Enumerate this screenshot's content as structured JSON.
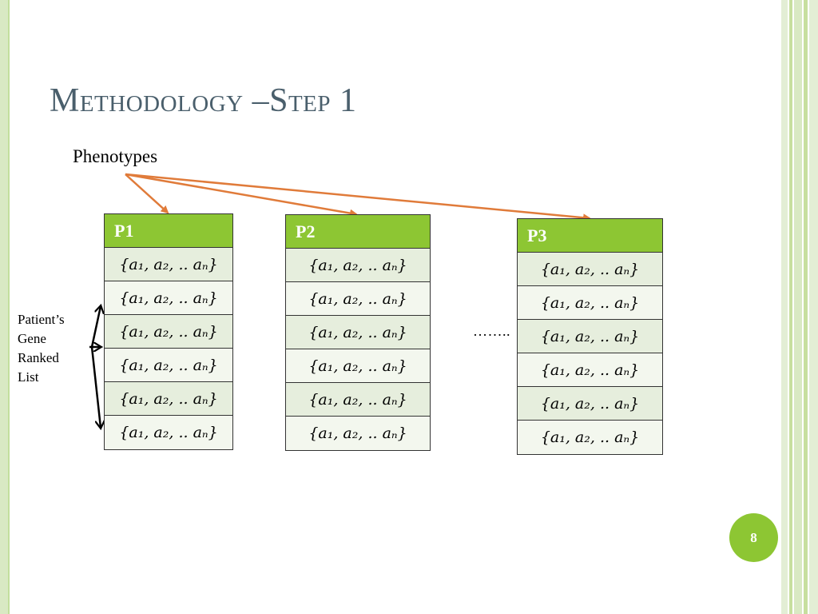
{
  "slide": {
    "title": "Methodology –Step 1",
    "page_number": "8"
  },
  "phenotypes_label": "Phenotypes",
  "side_label": [
    "Patient’s",
    "Gene",
    "Ranked",
    "List"
  ],
  "ellipsis": "……..",
  "row_text": "{a₁, a₂, .. aₙ}",
  "tables": [
    {
      "header": "P1"
    },
    {
      "header": "P2"
    },
    {
      "header": "P3"
    }
  ],
  "colors": {
    "accent_green": "#8dc633",
    "arrow_orange": "#e07b3a",
    "title_slate": "#4a5f6c"
  }
}
